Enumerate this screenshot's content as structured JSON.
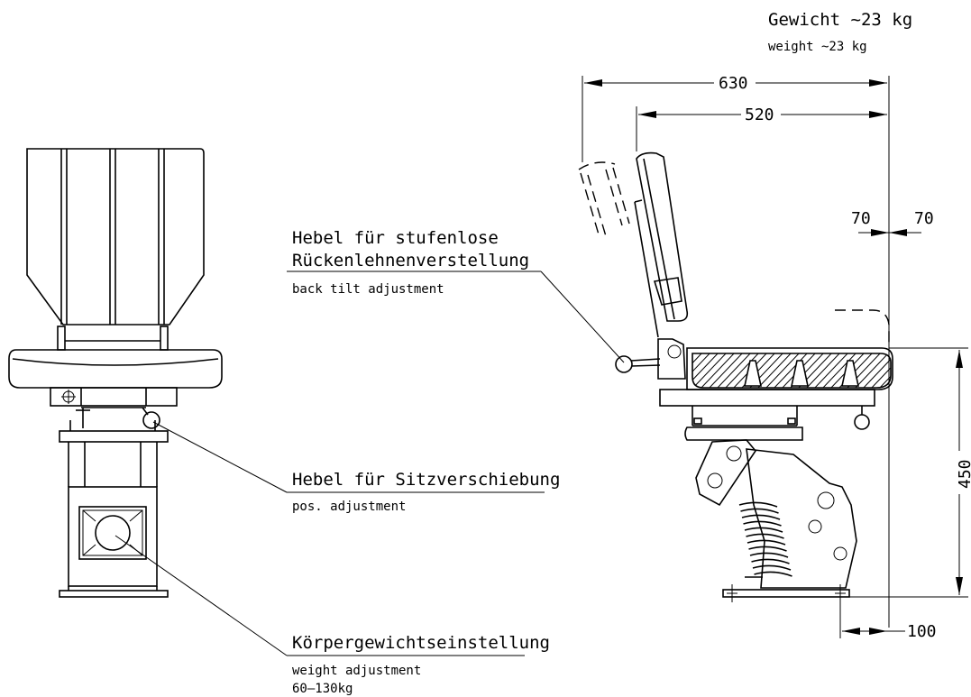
{
  "weight": {
    "de": "Gewicht ~23 kg",
    "en": "weight ~23 kg"
  },
  "dimensions": {
    "overall_depth": "630",
    "seat_depth": "520",
    "fore_aft_left": "70",
    "fore_aft_right": "70",
    "seat_height": "450",
    "base_offset": "100"
  },
  "callouts": {
    "backrest": {
      "de_line1": "Hebel für stufenlose",
      "de_line2": "Rückenlehnenverstellung",
      "en": "back tilt adjustment"
    },
    "position": {
      "de": "Hebel für Sitzverschiebung",
      "en": "pos. adjustment"
    },
    "body_weight": {
      "de": "Körpergewichtseinstellung",
      "en": "weight adjustment",
      "range": "60–130kg"
    }
  }
}
